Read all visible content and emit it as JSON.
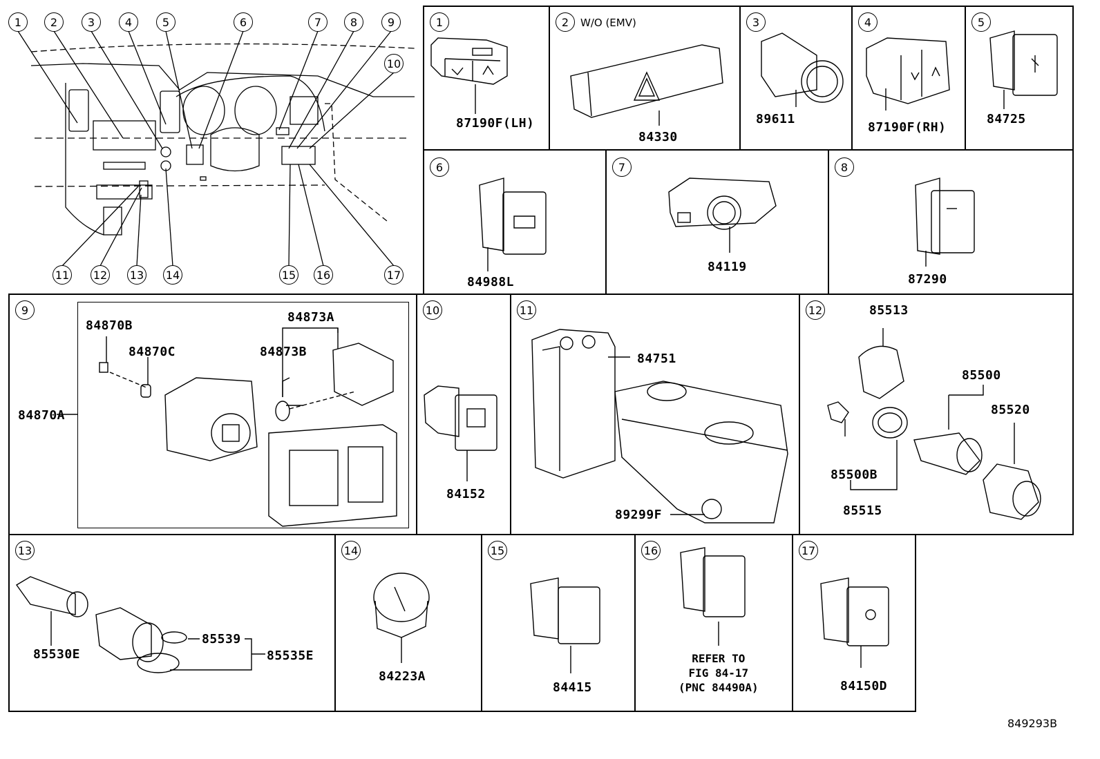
{
  "overview": {
    "callouts": [
      "1",
      "2",
      "3",
      "4",
      "5",
      "6",
      "7",
      "8",
      "9",
      "10",
      "11",
      "12",
      "13",
      "14",
      "15",
      "16",
      "17"
    ]
  },
  "cells": {
    "c1": {
      "num": "1",
      "parts": [
        "87190F(LH)"
      ]
    },
    "c2": {
      "num": "2",
      "note": "W/O (EMV)",
      "parts": [
        "84330"
      ]
    },
    "c3": {
      "num": "3",
      "parts": [
        "89611"
      ]
    },
    "c4": {
      "num": "4",
      "parts": [
        "87190F(RH)"
      ]
    },
    "c5": {
      "num": "5",
      "parts": [
        "84725"
      ]
    },
    "c6": {
      "num": "6",
      "parts": [
        "84988L"
      ]
    },
    "c7": {
      "num": "7",
      "parts": [
        "84119"
      ]
    },
    "c8": {
      "num": "8",
      "parts": [
        "87290"
      ]
    },
    "c9": {
      "num": "9",
      "parts": [
        "84870B",
        "84870C",
        "84873A",
        "84873B",
        "84870A"
      ]
    },
    "c10": {
      "num": "10",
      "parts": [
        "84152"
      ]
    },
    "c11": {
      "num": "11",
      "parts": [
        "84751",
        "89299F"
      ]
    },
    "c12": {
      "num": "12",
      "parts": [
        "85513",
        "85500",
        "85520",
        "85500B",
        "85515"
      ]
    },
    "c13": {
      "num": "13",
      "parts": [
        "85530E",
        "85539",
        "85535E"
      ]
    },
    "c14": {
      "num": "14",
      "parts": [
        "84223A"
      ]
    },
    "c15": {
      "num": "15",
      "parts": [
        "84415"
      ]
    },
    "c16": {
      "num": "16",
      "ref": "REFER TO\nFIG 84-17\n(PNC 84490A)"
    },
    "c17": {
      "num": "17",
      "parts": [
        "84150D"
      ]
    }
  },
  "diagram_number": "849293B"
}
